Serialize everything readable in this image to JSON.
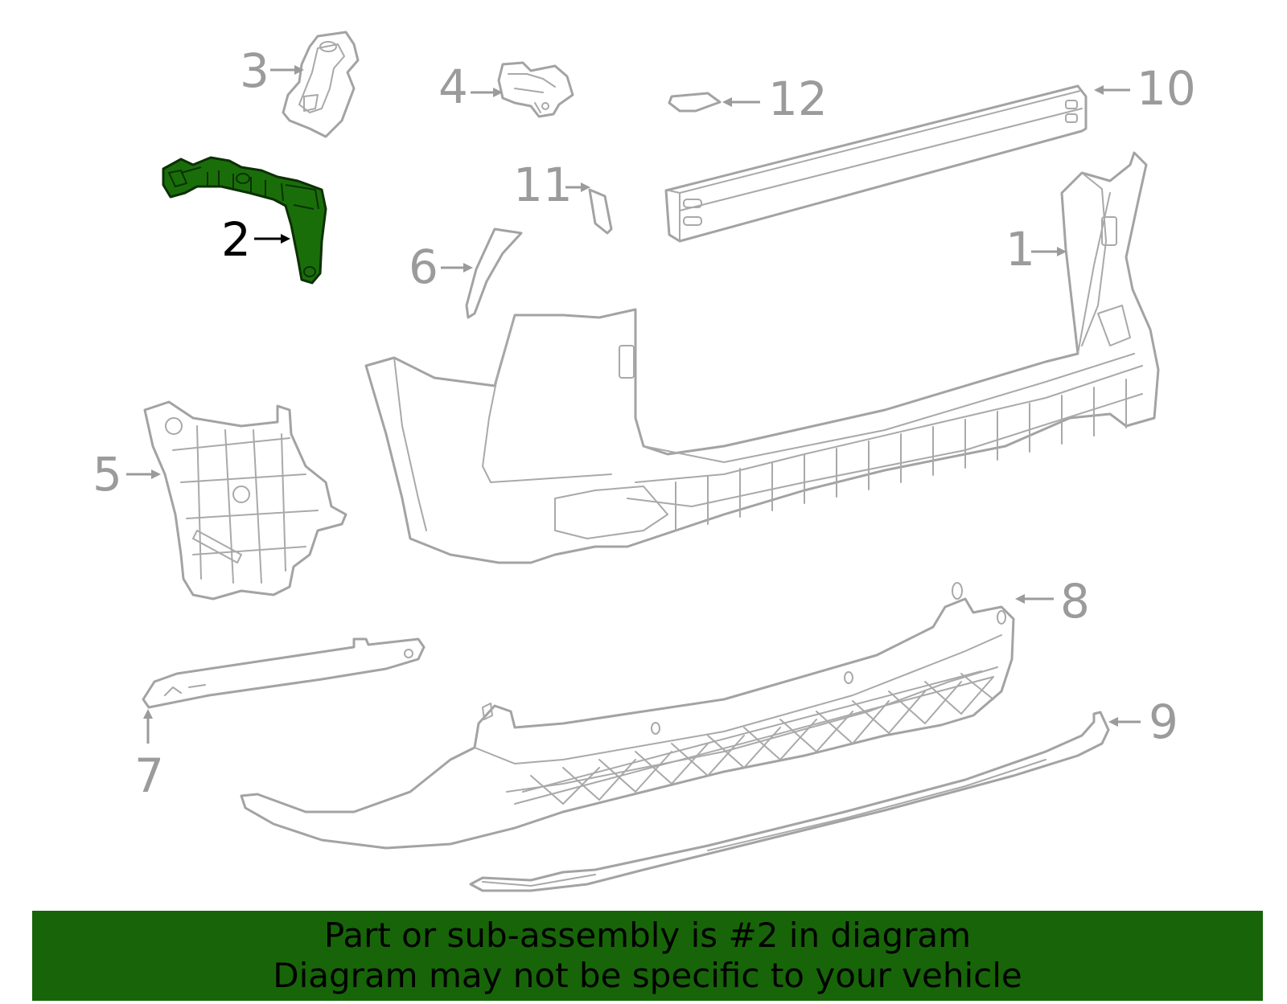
{
  "diagram": {
    "callouts": [
      {
        "id": "1",
        "label": "1"
      },
      {
        "id": "2",
        "label": "2",
        "highlighted": true
      },
      {
        "id": "3",
        "label": "3"
      },
      {
        "id": "4",
        "label": "4"
      },
      {
        "id": "5",
        "label": "5"
      },
      {
        "id": "6",
        "label": "6"
      },
      {
        "id": "7",
        "label": "7"
      },
      {
        "id": "8",
        "label": "8"
      },
      {
        "id": "9",
        "label": "9"
      },
      {
        "id": "10",
        "label": "10"
      },
      {
        "id": "11",
        "label": "11"
      },
      {
        "id": "12",
        "label": "12"
      }
    ],
    "colors": {
      "highlight_part": "#1a6e0a",
      "line_art": "#a3a3a3",
      "callout_text": "#9b9b9b",
      "highlight_callout": "#000000",
      "banner_background": "#176508"
    }
  },
  "banner": {
    "line1": "Part or sub-assembly is #2 in diagram",
    "line2": "Diagram may not be specific to your vehicle"
  }
}
